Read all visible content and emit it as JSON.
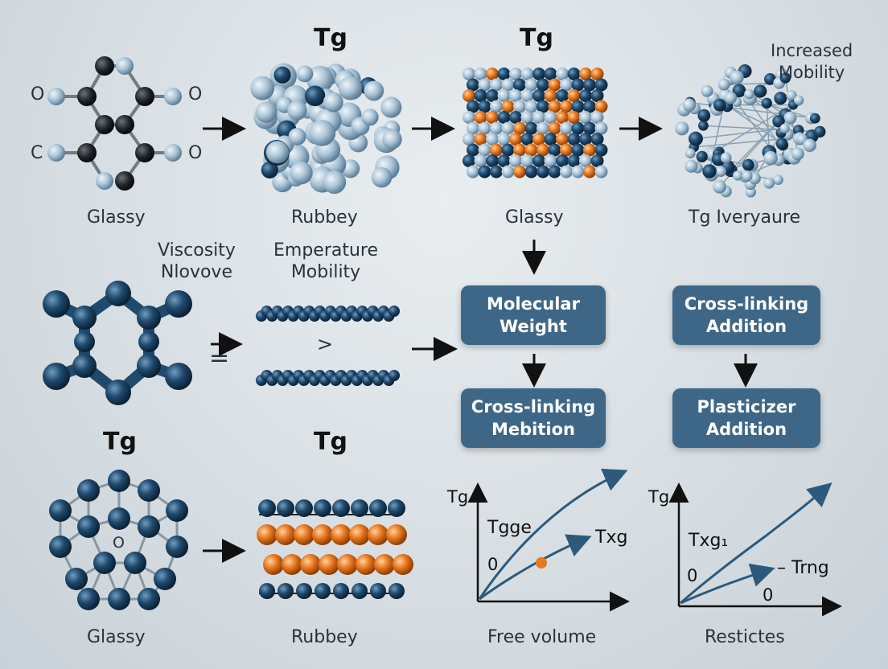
{
  "row1": {
    "tg_a": "Tg",
    "tg_b": "Tg",
    "atom_labels": [
      "O",
      "O",
      "C",
      "O"
    ],
    "captions": [
      "Glassy",
      "Rubbey",
      "Glassy",
      "Tg Iveryaure"
    ],
    "increased_mobility": [
      "Increased",
      "Mobility"
    ]
  },
  "row2": {
    "left_label": [
      "Viscosity",
      "Nlovove"
    ],
    "mid_label": [
      "Emperature",
      "Mobility"
    ],
    "eq_symbol": "=",
    "gt_symbol": ">",
    "boxes": [
      [
        "Molecular",
        "Weight"
      ],
      [
        "Cross-linking",
        "Addition"
      ],
      [
        "Cross-linking",
        "Mebition"
      ],
      [
        "Plasticizer",
        "Addition"
      ]
    ]
  },
  "row3": {
    "tg_a": "Tg",
    "tg_b": "Tg",
    "o_label": "O",
    "captions": [
      "Glassy",
      "Rubbey",
      "Free volume",
      "Restictes"
    ]
  },
  "graph1": {
    "ylabel": "Tg",
    "curve_a": "Tgge",
    "curve_b": "Txg",
    "zero": "0"
  },
  "graph2": {
    "ylabel": "Tg",
    "curve_a": "Txg₁",
    "curve_b": "– Trng",
    "zero_a": "0",
    "zero_b": "0"
  },
  "colors": {
    "dark_atom": "#1f4a6e",
    "light_atom": "#a9c3d6",
    "orange_atom": "#e8781e",
    "box": "#3e6787"
  }
}
